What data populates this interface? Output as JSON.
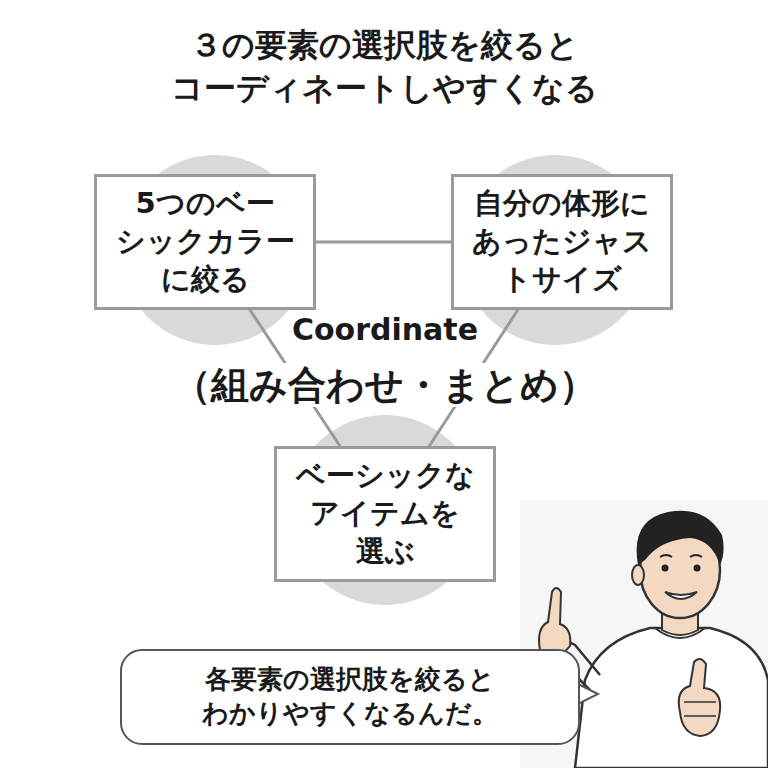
{
  "diagram": {
    "title": "３の要素の選択肢を絞ると コーディネートしやすくなる",
    "nodes": [
      {
        "text": [
          "5つのベー シックカラー に絞る"
        ]
      },
      {
        "text": [
          "自分の体形に あったジャス トサイズ"
        ]
      },
      {
        "text": [
          "ベーシックな アイテムを 選ぶ"
        ]
      },
      {
        "text": [
          "各要素の選択肢を絞ると わかりやすくなるんだ。"
        ]
      }
    ],
    "edges": [
      {
        "from": 0,
        "to": 1,
        "arrow": "none"
      },
      {
        "from": 0,
        "to": 2,
        "arrow": "none"
      },
      {
        "from": 1,
        "to": 2,
        "arrow": "none"
      }
    ],
    "labels": [
      "Coordinate",
      "（組み合わせ・まとめ）"
    ]
  }
}
